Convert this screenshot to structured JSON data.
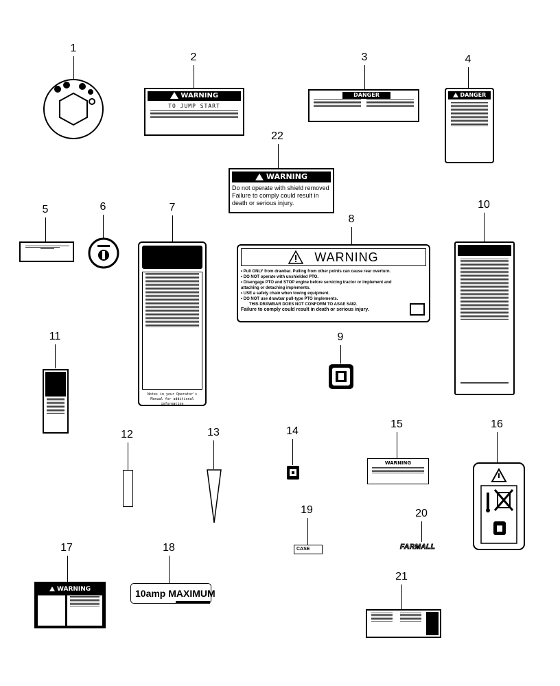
{
  "callouts": [
    "1",
    "2",
    "3",
    "4",
    "5",
    "6",
    "7",
    "8",
    "9",
    "10",
    "11",
    "12",
    "13",
    "14",
    "15",
    "16",
    "17",
    "18",
    "19",
    "20",
    "21",
    "22"
  ],
  "decal2": {
    "header": "WARNING",
    "title": "TO JUMP START"
  },
  "decal3": {
    "header": "DANGER"
  },
  "decal4": {
    "header": "DANGER"
  },
  "decal22": {
    "header": "WARNING",
    "lines": [
      "Do not operate with shield removed",
      "Failure to comply could result in",
      "death or serious injury."
    ]
  },
  "decal8": {
    "header": "WARNING",
    "items": [
      "• Pull ONLY from drawbar. Pulling from other points can cause rear overturn.",
      "• DO NOT operate with unshielded PTO.",
      "• Disengage PTO and STOP engine before servicing tractor or implement and attaching or detaching implements.",
      "• USE a safety chain when towing equipment.",
      "• DO NOT use drawbar pull-type PTO implements."
    ],
    "footer1": "THIS DRAWBAR DOES NOT CONFORM TO ASAE S482.",
    "footer2": "Failure to comply could result in death or serious injury."
  },
  "decal7": {
    "footer": "Notes in your Operator's Manual for additional information"
  },
  "decal15": {
    "header": "WARNING"
  },
  "decal17": {
    "header": "WARNING"
  },
  "decal18": {
    "text": "10amp MAXIMUM"
  },
  "decal19": {
    "text": "CASE"
  },
  "decal20": {
    "text": "FARMALL"
  }
}
